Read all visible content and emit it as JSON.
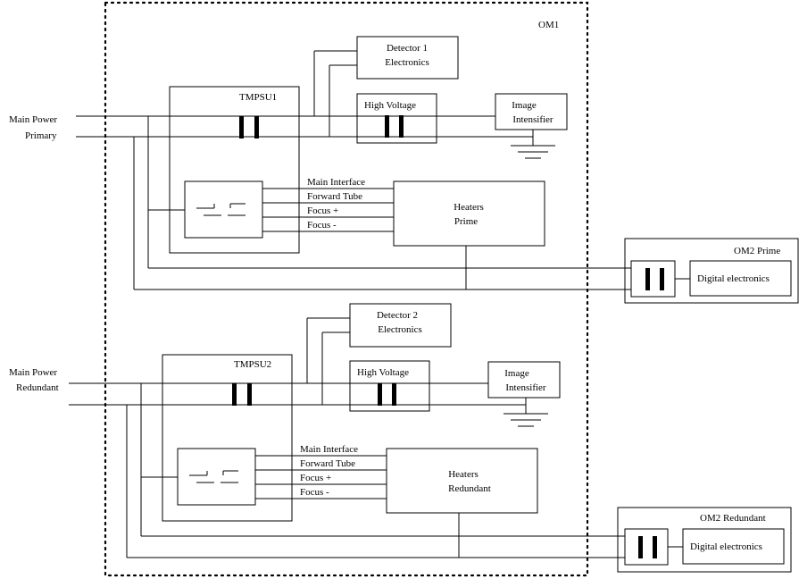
{
  "labels": {
    "om1": "OM1",
    "main_power_primary": [
      "Main Power",
      "Primary"
    ],
    "main_power_redundant": [
      "Main Power",
      "Redundant"
    ],
    "tmpsu1": "TMPSU1",
    "tmpsu2": "TMPSU2",
    "detector1": [
      "Detector 1",
      "Electronics"
    ],
    "detector2": [
      "Detector 2",
      "Electronics"
    ],
    "high_voltage": "High Voltage",
    "image_intensifier": [
      "Image",
      "Intensifier"
    ],
    "heaters_prime": [
      "Heaters",
      "Prime"
    ],
    "heaters_redundant": [
      "Heaters",
      "Redundant"
    ],
    "om2_prime": "OM2 Prime",
    "om2_redundant": "OM2 Redundant",
    "digital_electronics": "Digital electronics",
    "signals": [
      "Main Interface",
      "Forward Tube",
      "Focus +",
      "Focus -"
    ]
  }
}
